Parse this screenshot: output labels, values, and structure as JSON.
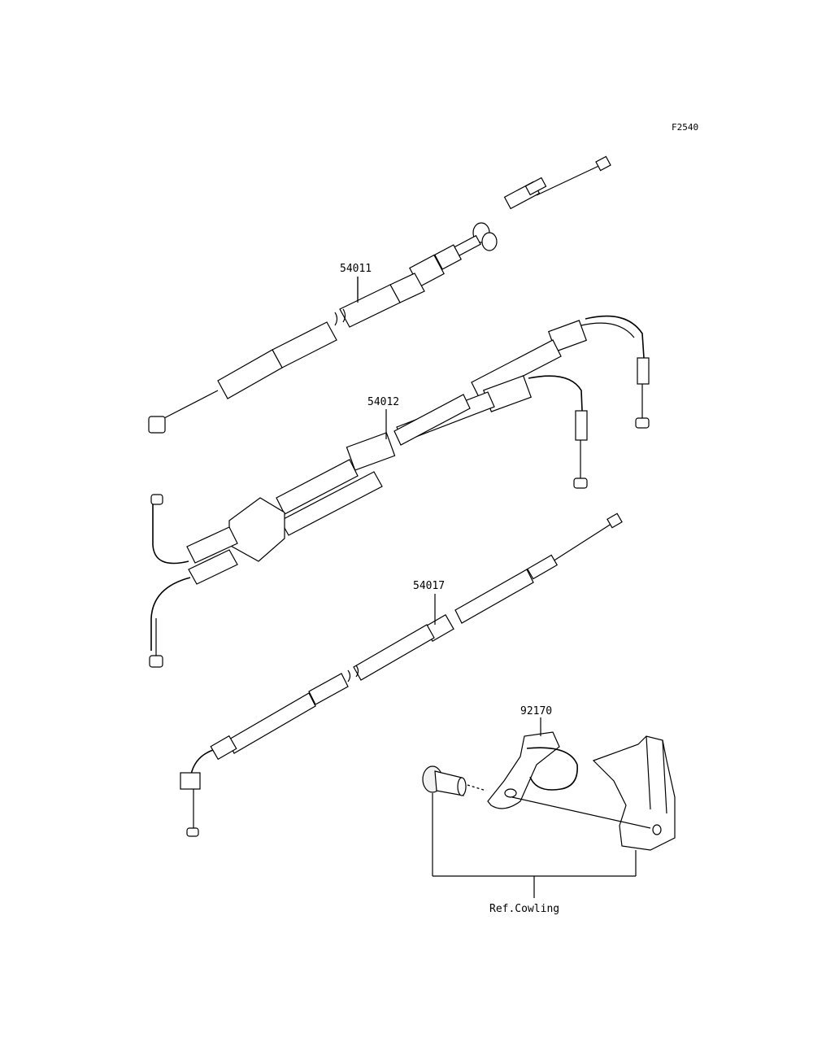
{
  "figure_code": "F2540",
  "parts": [
    {
      "number": "54011"
    },
    {
      "number": "54012"
    },
    {
      "number": "54017"
    },
    {
      "number": "92170"
    }
  ],
  "reference": "Ref.Cowling"
}
